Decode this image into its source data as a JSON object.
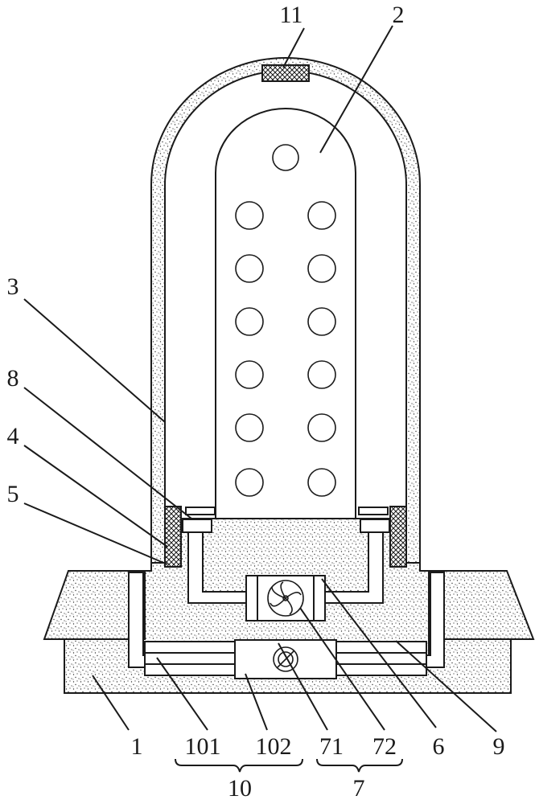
{
  "labels": {
    "l1": "1",
    "l2": "2",
    "l3": "3",
    "l4": "4",
    "l5": "5",
    "l6": "6",
    "l7": "7",
    "l8": "8",
    "l9": "9",
    "l10": "10",
    "l11": "11",
    "l71": "71",
    "l72": "72",
    "l101": "101",
    "l102": "102"
  },
  "colors": {
    "line": "#1a1a1a",
    "background": "#ffffff"
  }
}
